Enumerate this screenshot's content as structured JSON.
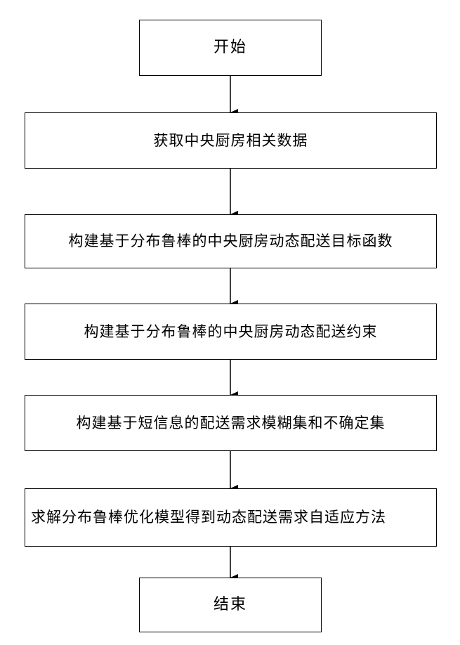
{
  "flowchart": {
    "start": "开始",
    "steps": [
      "获取中央厨房相关数据",
      "构建基于分布鲁棒的中央厨房动态配送目标函数",
      "构建基于分布鲁棒的中央厨房动态配送约束",
      "构建基于短信息的配送需求模糊集和不确定集",
      "求解分布鲁棒优化模型得到动态配送需求自适应方法"
    ],
    "end": "结束"
  }
}
